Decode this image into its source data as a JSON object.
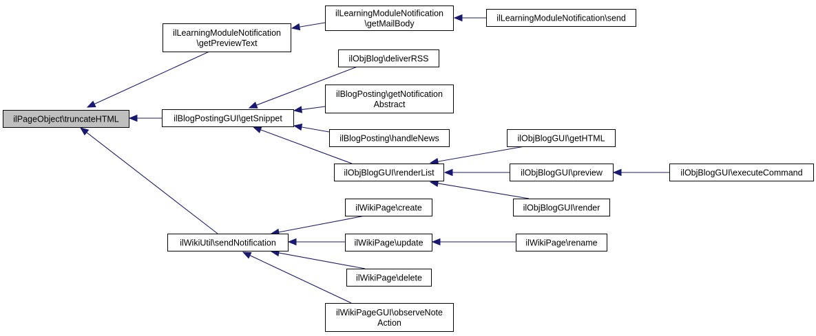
{
  "diagram": {
    "type": "call-graph",
    "edge_color": "#191970",
    "root_fill": "#bfbfbf",
    "nodes": [
      {
        "id": "root",
        "lines": [
          "ilPageObject\\truncateHTML"
        ],
        "root": true
      },
      {
        "id": "lmn_preview",
        "lines": [
          "ilLearningModuleNotification",
          "\\getPreviewText"
        ]
      },
      {
        "id": "lmn_mailbody",
        "lines": [
          "ilLearningModuleNotification",
          "\\getMailBody"
        ]
      },
      {
        "id": "lmn_send",
        "lines": [
          "ilLearningModuleNotification\\send"
        ]
      },
      {
        "id": "bpg_snippet",
        "lines": [
          "ilBlogPostingGUI\\getSnippet"
        ]
      },
      {
        "id": "ob_rss",
        "lines": [
          "ilObjBlog\\deliverRSS"
        ]
      },
      {
        "id": "bp_notif",
        "lines": [
          "ilBlogPosting\\getNotification",
          "Abstract"
        ]
      },
      {
        "id": "bp_news",
        "lines": [
          "ilBlogPosting\\handleNews"
        ]
      },
      {
        "id": "obg_renderlist",
        "lines": [
          "ilObjBlogGUI\\renderList"
        ]
      },
      {
        "id": "obg_gethtml",
        "lines": [
          "ilObjBlogGUI\\getHTML"
        ]
      },
      {
        "id": "obg_preview",
        "lines": [
          "ilObjBlogGUI\\preview"
        ]
      },
      {
        "id": "obg_exec",
        "lines": [
          "ilObjBlogGUI\\executeCommand"
        ]
      },
      {
        "id": "obg_render",
        "lines": [
          "ilObjBlogGUI\\render"
        ]
      },
      {
        "id": "wu_send",
        "lines": [
          "ilWikiUtil\\sendNotification"
        ]
      },
      {
        "id": "wp_create",
        "lines": [
          "ilWikiPage\\create"
        ]
      },
      {
        "id": "wp_update",
        "lines": [
          "ilWikiPage\\update"
        ]
      },
      {
        "id": "wp_rename",
        "lines": [
          "ilWikiPage\\rename"
        ]
      },
      {
        "id": "wp_delete",
        "lines": [
          "ilWikiPage\\delete"
        ]
      },
      {
        "id": "wpg_observe",
        "lines": [
          "ilWikiPageGUI\\observeNote",
          "Action"
        ]
      }
    ],
    "edges": [
      {
        "from": "lmn_preview",
        "to": "root"
      },
      {
        "from": "bpg_snippet",
        "to": "root"
      },
      {
        "from": "wu_send",
        "to": "root"
      },
      {
        "from": "lmn_mailbody",
        "to": "lmn_preview"
      },
      {
        "from": "lmn_send",
        "to": "lmn_mailbody"
      },
      {
        "from": "ob_rss",
        "to": "bpg_snippet"
      },
      {
        "from": "bp_notif",
        "to": "bpg_snippet"
      },
      {
        "from": "bp_news",
        "to": "bpg_snippet"
      },
      {
        "from": "obg_renderlist",
        "to": "bpg_snippet"
      },
      {
        "from": "obg_gethtml",
        "to": "obg_renderlist"
      },
      {
        "from": "obg_preview",
        "to": "obg_renderlist"
      },
      {
        "from": "obg_render",
        "to": "obg_renderlist"
      },
      {
        "from": "obg_exec",
        "to": "obg_preview"
      },
      {
        "from": "wp_create",
        "to": "wu_send"
      },
      {
        "from": "wp_update",
        "to": "wu_send"
      },
      {
        "from": "wp_delete",
        "to": "wu_send"
      },
      {
        "from": "wpg_observe",
        "to": "wu_send"
      },
      {
        "from": "wp_rename",
        "to": "wp_update"
      }
    ]
  }
}
